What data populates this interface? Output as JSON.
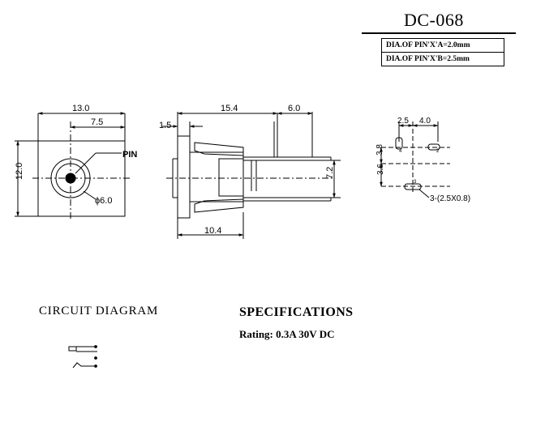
{
  "title": "DC-068",
  "notes": [
    "DIA.OF PIN'X'A=2.0mm",
    "DIA.OF PIN'X'B=2.5mm"
  ],
  "front_view": {
    "dim_width": "13.0",
    "dim_center": "7.5",
    "dim_height": "12.0",
    "pin_label": "PIN",
    "hole_label": "ϕ6.0"
  },
  "side_view": {
    "dim_body": "15.4",
    "dim_pins": "6.0",
    "dim_flange": "1.5",
    "dim_pin_span": "7.2",
    "dim_lower": "10.4"
  },
  "footprint": {
    "dim_a": "2.5",
    "dim_b": "4.0",
    "dim_c": "3.8",
    "dim_d": "3.6",
    "pin_4": "4",
    "pin_2": "2",
    "pin_3": "3",
    "slot_label": "3-(2.5X0.8)"
  },
  "circuit_heading": "CIRCUIT DIAGRAM",
  "specs_heading": "SPECIFICATIONS",
  "rating": "Rating: 0.3A 30V DC"
}
